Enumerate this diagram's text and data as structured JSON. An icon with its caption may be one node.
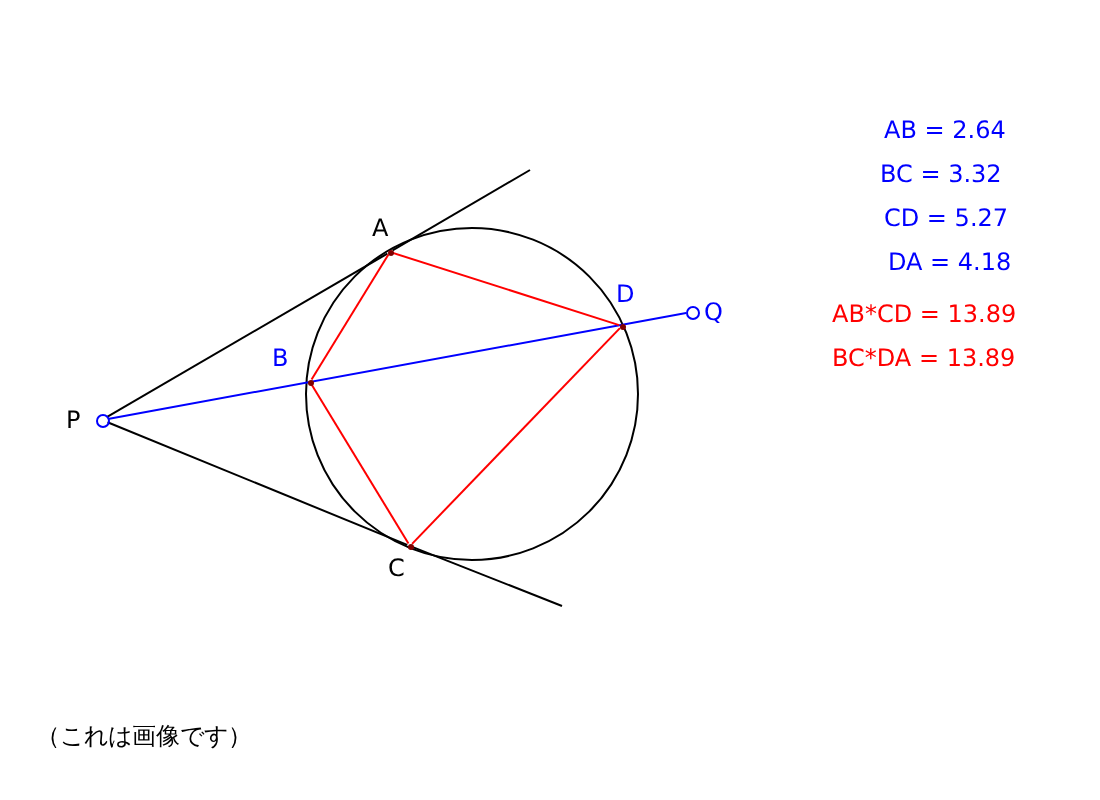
{
  "diagram": {
    "nodes": [
      {
        "text": [],
        "shape": "circle",
        "beside": [
          "P"
        ]
      },
      {
        "text": [],
        "shape": "point",
        "beside": [
          "A"
        ]
      },
      {
        "text": [],
        "shape": "point",
        "beside": [
          "B"
        ]
      },
      {
        "text": [],
        "shape": "point",
        "beside": [
          "C"
        ]
      },
      {
        "text": [],
        "shape": "point",
        "beside": [
          "D"
        ]
      },
      {
        "text": [],
        "shape": "circle",
        "beside": [
          "Q"
        ]
      }
    ],
    "edges": [
      {
        "from": 0,
        "to": 1,
        "arrow": "none",
        "color": "#000000"
      },
      {
        "from": 0,
        "to": 3,
        "arrow": "none",
        "color": "#000000"
      },
      {
        "from": 0,
        "to": 5,
        "arrow": "none",
        "color": "#0000ff"
      },
      {
        "from": 1,
        "to": 4,
        "arrow": "none",
        "color": "#ff0000"
      },
      {
        "from": 4,
        "to": 3,
        "arrow": "none",
        "color": "#ff0000"
      },
      {
        "from": 3,
        "to": 2,
        "arrow": "none",
        "color": "#ff0000"
      },
      {
        "from": 2,
        "to": 1,
        "arrow": "none",
        "color": "#ff0000"
      },
      {
        "from": 1,
        "to": null,
        "arrow": "none",
        "color": "#000000"
      },
      {
        "from": 3,
        "to": null,
        "arrow": "none",
        "color": "#000000"
      }
    ],
    "labels": [
      "AB = 2.64",
      "BC = 3.32",
      "CD = 5.27",
      "DA = 4.18",
      "AB*CD = 13.89",
      "BC*DA = 13.89",
      "（これは画像です）"
    ]
  }
}
